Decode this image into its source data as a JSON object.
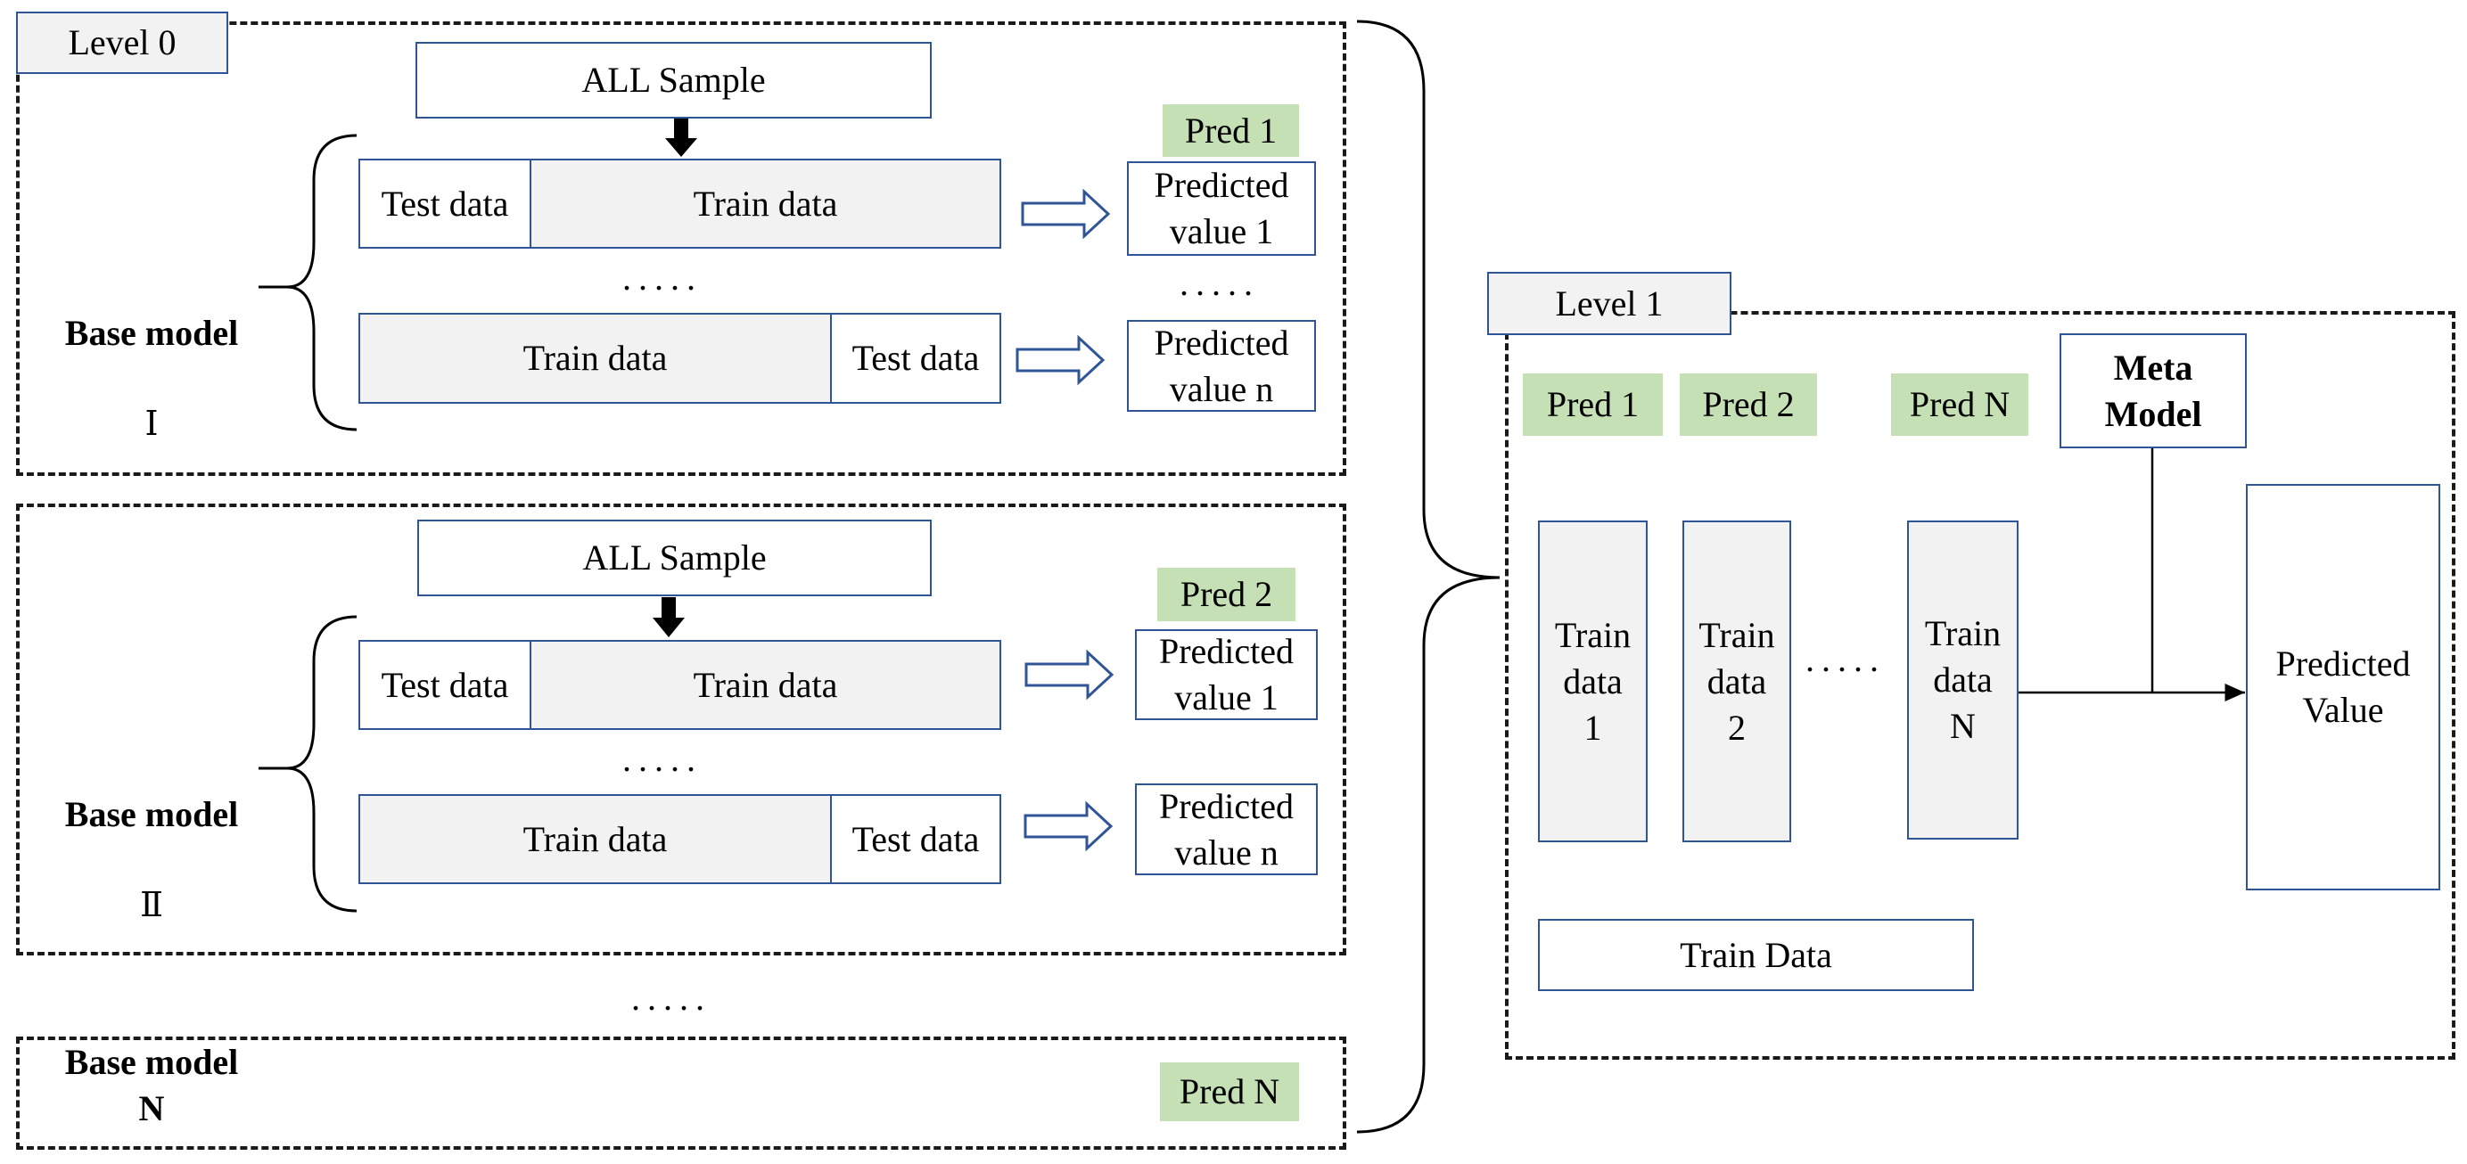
{
  "level0": {
    "title": "Level 0",
    "blocks": [
      {
        "all_sample": "ALL Sample",
        "pred": "Pred 1",
        "row1": {
          "left": "Test data",
          "right": "Train data"
        },
        "row2": {
          "left": "Train data",
          "right": "Test data"
        },
        "pv1": "Predicted\nvalue 1",
        "pvn": "Predicted\nvalue n",
        "dots_rows": ".....",
        "dots_pred": ".....",
        "base_model": "Base model",
        "roman": "Ⅰ"
      },
      {
        "all_sample": "ALL Sample",
        "pred": "Pred 2",
        "row1": {
          "left": "Test data",
          "right": "Train data"
        },
        "row2": {
          "left": "Train data",
          "right": "Test data"
        },
        "pv1": "Predicted\nvalue 1",
        "pvn": "Predicted\nvalue n",
        "dots_rows": ".....",
        "base_model": "Base model",
        "roman": "Ⅱ"
      }
    ],
    "between_dots": ".....",
    "block_n": {
      "base_model": "Base model\nN",
      "pred": "Pred N"
    }
  },
  "level1": {
    "title": "Level 1",
    "preds": [
      "Pred 1",
      "Pred 2",
      "Pred N"
    ],
    "meta_model": "Meta\nModel",
    "train_cols": [
      "Train\ndata\n1",
      "Train\ndata\n2",
      "Train\ndata\nN"
    ],
    "dots": ".....",
    "predicted_value": "Predicted\nValue",
    "train_data": "Train Data"
  },
  "colors": {
    "box_border": "#2f5597",
    "gray_fill": "#f2f2f2",
    "pred_green": "#c5e0b4",
    "dash": "#1a1a1a"
  }
}
